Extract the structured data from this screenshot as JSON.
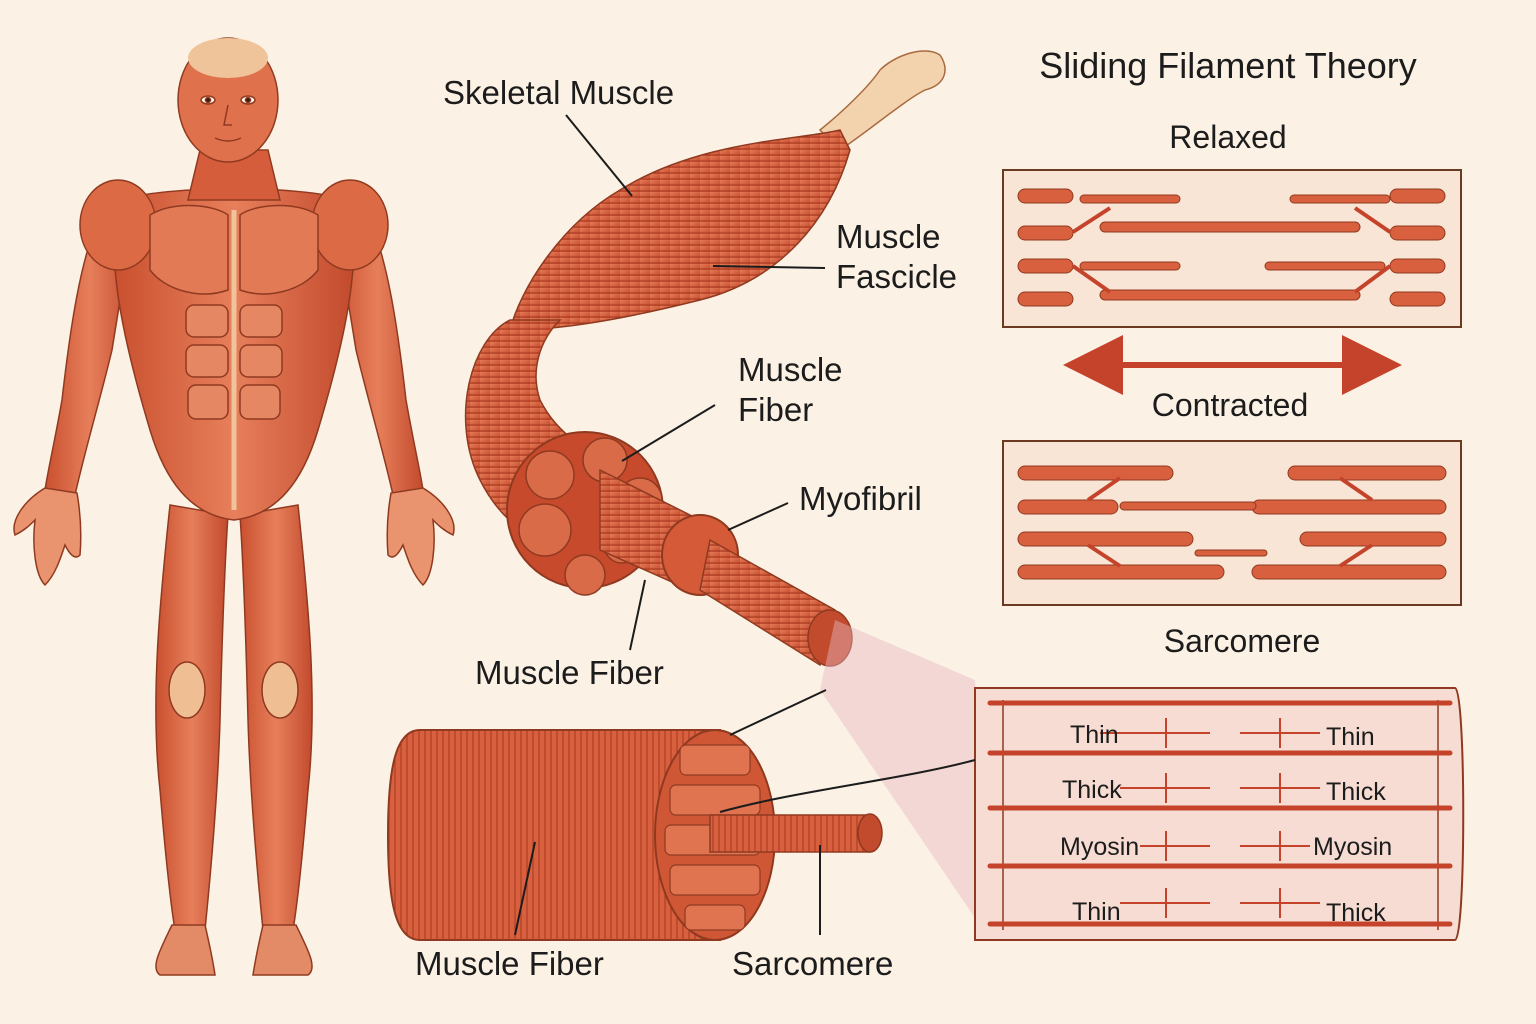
{
  "figure": {
    "labels": {
      "skeletal_muscle": "Skeletal Muscle",
      "fascicle_line1": "Muscle",
      "fascicle_line2": "Fascicle",
      "fiber_line1": "Muscle",
      "fiber_line2": "Fiber",
      "myofibril": "Myofibril",
      "muscle_fiber_mid": "Muscle Fiber",
      "muscle_fiber_bottom": "Muscle Fiber",
      "sarcomere_bottom": "Sarcomere"
    },
    "theory": {
      "title": "Sliding Filament Theory",
      "relaxed": "Relaxed",
      "contracted": "Contracted",
      "sarcomere": "Sarcomere"
    },
    "sarcomere_detail": {
      "left": [
        "Thin",
        "Thick",
        "Myosin",
        "Thin"
      ],
      "right": [
        "Thin",
        "Thick",
        "Myosin",
        "Thick"
      ]
    },
    "colors": {
      "muscle": "#d9603e",
      "muscle_dark": "#a33a22",
      "tendon": "#f2c79a",
      "background": "#fbf1e4",
      "ink": "#1c1c1c"
    }
  }
}
